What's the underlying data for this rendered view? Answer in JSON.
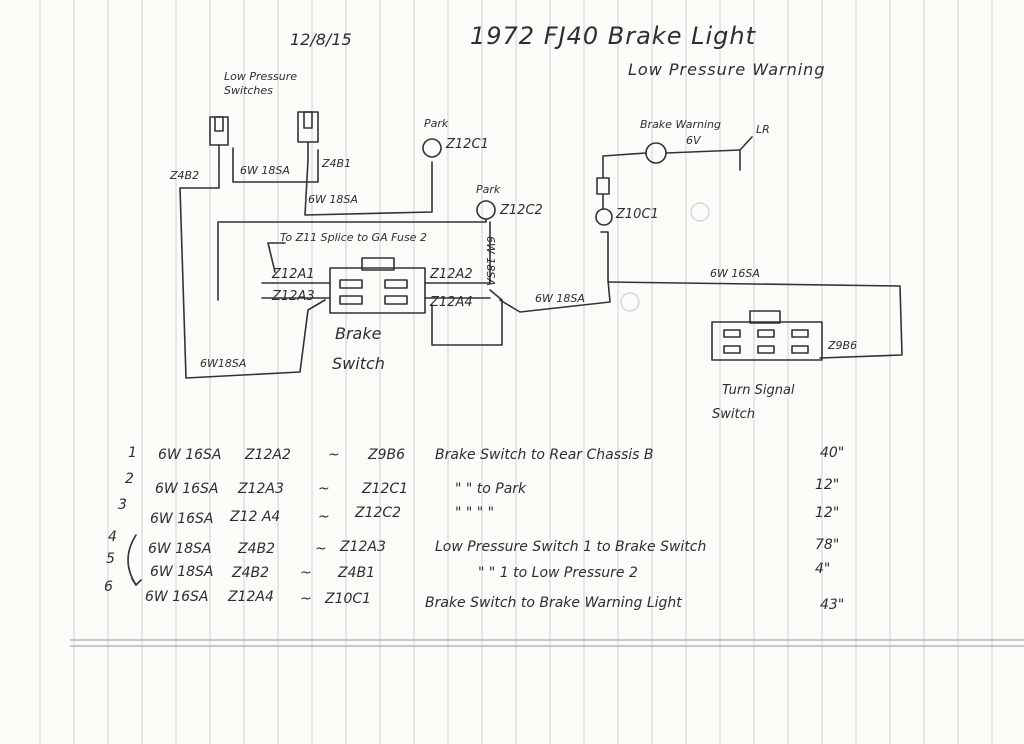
{
  "header": {
    "date": "12/8/15",
    "title": "1972 FJ40 Brake Light",
    "subtitle": "Low Pressure Warning"
  },
  "diagram": {
    "low_pressure_switches_label": "Low Pressure Switches",
    "switch_left_wire": "Z4B2",
    "switch_right_wire": "Z4B1",
    "jumper_wire_label": "6W 18SA",
    "lower_jumper_label": "6W 18SA",
    "park1_label": "Park",
    "park1_wire": "Z12C1",
    "park2_label": "Park",
    "park2_wire": "Z12C2",
    "vertical_wire_label": "6W 18SA",
    "brake_warning_label": "Brake Warning",
    "brake_warning_spec": "6V",
    "brake_warning_wire": "LR",
    "warning_terminal": "Z10C1",
    "splice_note": "To Z11 Splice to GA Fuse 2",
    "terminal_a1": "Z12A1",
    "terminal_a3": "Z12A3",
    "terminal_a2": "Z12A2",
    "terminal_a4": "Z12A4",
    "brake_switch_label_1": "Brake",
    "brake_switch_label_2": "Switch",
    "left_loop_label": "6W18SA",
    "middle_wire_label": "6W 18SA",
    "long_wire_label": "6W 16SA",
    "turn_signal_label_1": "Turn Signal",
    "turn_signal_label_2": "Switch",
    "turn_signal_wire": "Z9B6"
  },
  "wire_table": {
    "rows": [
      {
        "num": "1",
        "wire": "6W 16SA",
        "from": "Z12A2",
        "sep": "~",
        "to": "Z9B6",
        "desc": "Brake Switch to Rear Chassis B",
        "length": "40\""
      },
      {
        "num": "2",
        "wire": "6W 16SA",
        "from": "Z12A3",
        "sep": "~",
        "to": "Z12C1",
        "desc": "\"    \"    to Park",
        "length": "12\""
      },
      {
        "num": "3",
        "wire": "6W 16SA",
        "from": "Z12 A4",
        "sep": "~",
        "to": "Z12C2",
        "desc": "\"    \"    \"    \"",
        "length": "12\""
      },
      {
        "num": "4",
        "wire": "6W 18SA",
        "from": "Z4B2",
        "sep": "~",
        "to": "Z12A3",
        "desc": "Low Pressure Switch 1 to Brake Switch",
        "length": "78\""
      },
      {
        "num": "5",
        "wire": "6W 18SA",
        "from": "Z4B2",
        "sep": "~",
        "to": "Z4B1",
        "desc": "\"    \"  1  to Low Pressure 2",
        "length": "4\""
      },
      {
        "num": "6",
        "wire": "6W 16SA",
        "from": "Z12A4",
        "sep": "~",
        "to": "Z10C1",
        "desc": "Brake Switch to Brake Warning Light",
        "length": "43\""
      }
    ]
  }
}
